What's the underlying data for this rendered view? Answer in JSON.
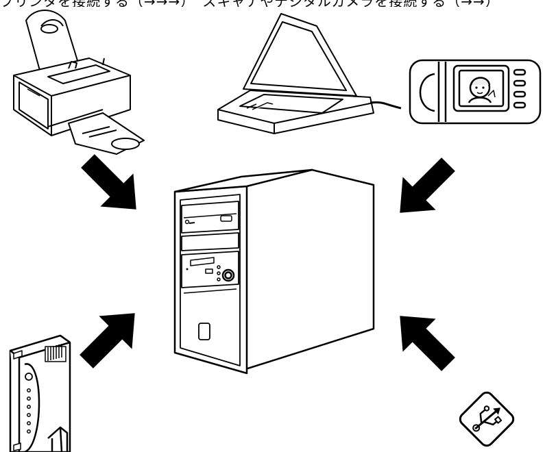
{
  "caption": "プリンタを接続する（→→→）　スキャナやデジタルカメラを接続する（→→）",
  "devices": [
    {
      "id": "printer",
      "icon": "printer-icon"
    },
    {
      "id": "scanner",
      "icon": "scanner-icon"
    },
    {
      "id": "camera",
      "icon": "digital-camera-icon"
    },
    {
      "id": "pc",
      "icon": "tower-pc-icon"
    },
    {
      "id": "hub",
      "icon": "usb-hub-icon"
    },
    {
      "id": "usb",
      "icon": "usb-logo-icon"
    }
  ],
  "colors": {
    "stroke": "#000000",
    "fill": "#ffffff",
    "arrow": "#000000",
    "light": "#eeeeee"
  }
}
